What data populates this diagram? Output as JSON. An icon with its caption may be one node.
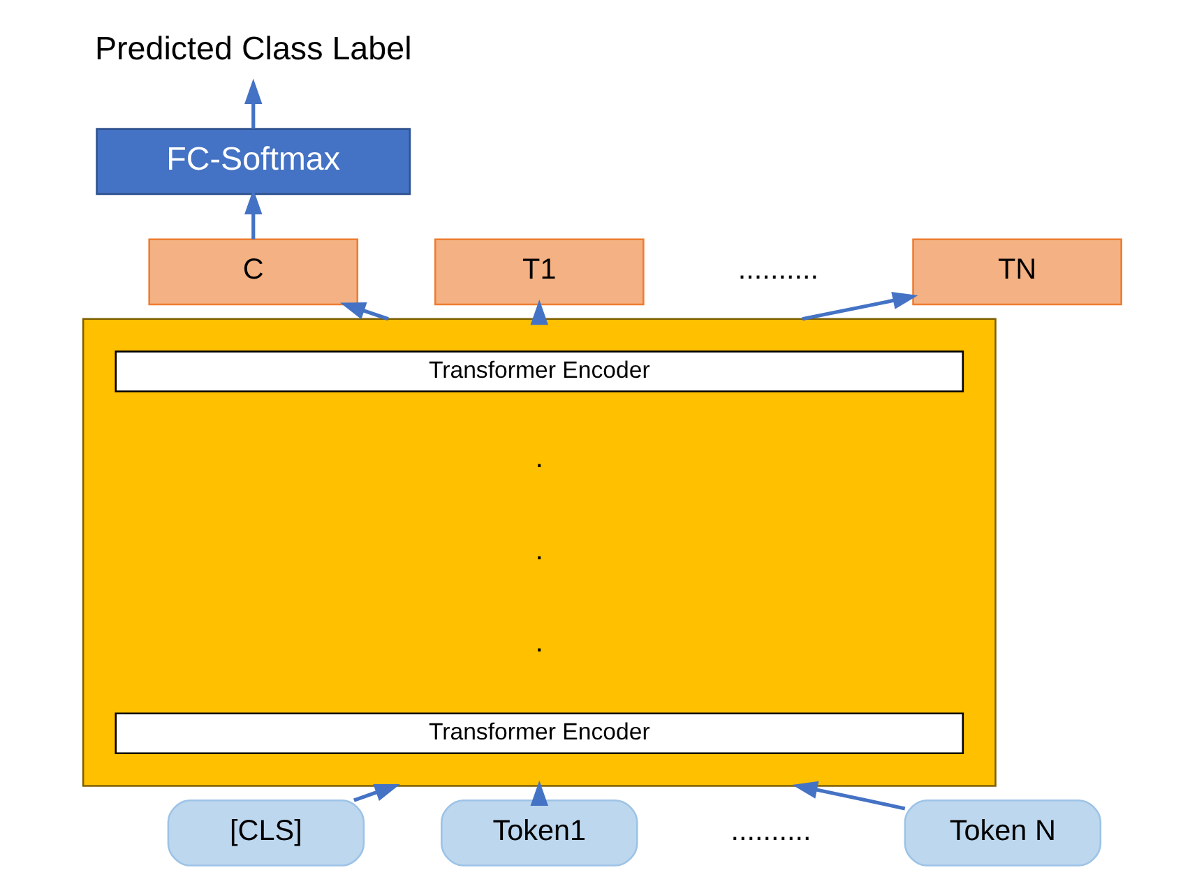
{
  "diagram": {
    "nodes": [
      {
        "text": [
          "Predicted Class Label"
        ]
      },
      {
        "text": [
          "FC-Softmax"
        ]
      },
      {
        "text": [
          "C"
        ]
      },
      {
        "text": [
          "T1"
        ]
      },
      {
        "text": [
          "TN"
        ]
      },
      {
        "text": [],
        "shape": "box"
      },
      {
        "text": [
          "Transformer Encoder"
        ],
        "in": 5
      },
      {
        "text": [
          "Transformer Encoder"
        ],
        "in": 5
      },
      {
        "text": [
          "[CLS]"
        ]
      },
      {
        "text": [
          "Token1"
        ]
      },
      {
        "text": [
          "Token N"
        ]
      }
    ],
    "edges": [
      {
        "from": 8,
        "to": 5,
        "arrow": "to"
      },
      {
        "from": 9,
        "to": 5,
        "arrow": "to"
      },
      {
        "from": 10,
        "to": 5,
        "arrow": "to"
      },
      {
        "from": 5,
        "to": 2,
        "arrow": "to"
      },
      {
        "from": 5,
        "to": 3,
        "arrow": "to"
      },
      {
        "from": 5,
        "to": 4,
        "arrow": "to"
      },
      {
        "from": 2,
        "to": 1,
        "arrow": "to"
      },
      {
        "from": 1,
        "to": 0,
        "arrow": "to"
      }
    ],
    "labels": [
      "..........",
      ".",
      ".",
      ".",
      ".........."
    ]
  }
}
